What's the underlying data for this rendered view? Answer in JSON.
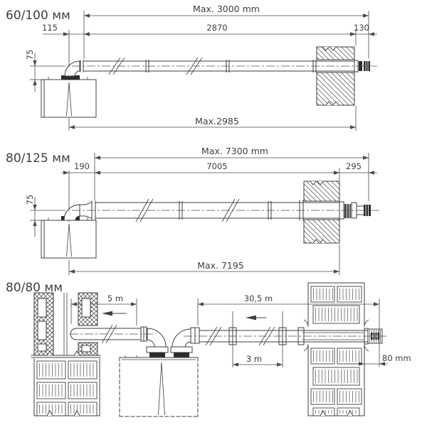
{
  "accent_color": "#3a55d6",
  "line_color": "#3f3f3f",
  "sections": [
    {
      "label": "60/100 мм",
      "dims": {
        "max_total": "Max. 3000 mm",
        "straight": "2870",
        "start_offset": "115",
        "end_offset": "130",
        "height": "75",
        "max_horizontal": "Max.2985"
      }
    },
    {
      "label": "80/125 мм",
      "dims": {
        "max_total": "Max. 7300 mm",
        "straight": "7005",
        "start_offset": "190",
        "end_offset": "295",
        "height": "75",
        "max_horizontal": "Max. 7195"
      }
    },
    {
      "label": "80/80 мм",
      "dims": {
        "intake_length": "5 m",
        "exhaust_length": "30,5 m",
        "coupling_spacing": "3 m",
        "wall_protrusion": "80 mm"
      }
    }
  ]
}
